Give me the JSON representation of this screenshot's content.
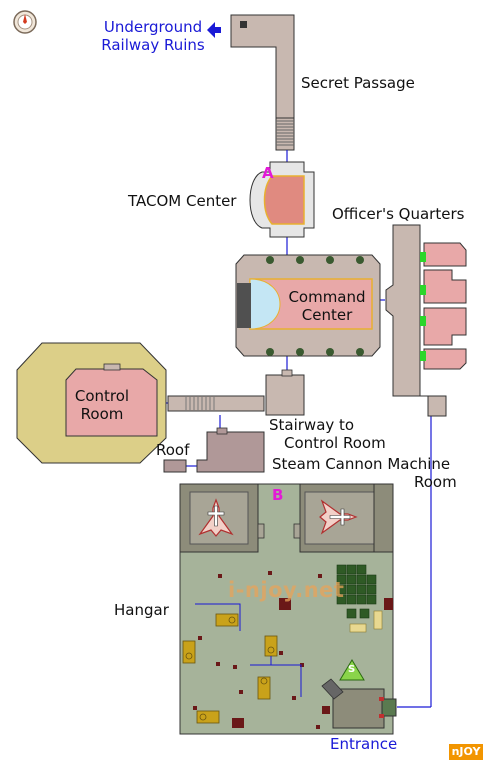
{
  "labels": {
    "underground_line1": "Underground",
    "underground_line2": "Railway Ruins",
    "secret_passage": "Secret Passage",
    "tacom_center": "TACOM Center",
    "officers_quarters": "Officer's Quarters",
    "command_line1": "Command",
    "command_line2": "Center",
    "control_line1": "Control",
    "control_line2": "Room",
    "stairway_line1": "Stairway to",
    "stairway_line2": "Control Room",
    "roof": "Roof",
    "steam_line1": "Steam Cannon Machine",
    "steam_line2": "Room",
    "hangar": "Hangar",
    "entrance": "Entrance"
  },
  "markers": {
    "a": "A",
    "b": "B",
    "save": "S"
  },
  "watermark": "i-njoy.net",
  "badge": "nJOY",
  "icons": [
    "compass-icon",
    "arrow-left-icon",
    "save-point-icon",
    "airplane-icon"
  ],
  "colors": {
    "room": "#c8b8b0",
    "room_pink": "#e8a8a8",
    "octagon": "#dccf88",
    "hangar_floor": "#a6b39a",
    "link_line": "#1a1ad6",
    "label_blue": "#1a1ad6",
    "marker_pink": "#e21ad6"
  }
}
